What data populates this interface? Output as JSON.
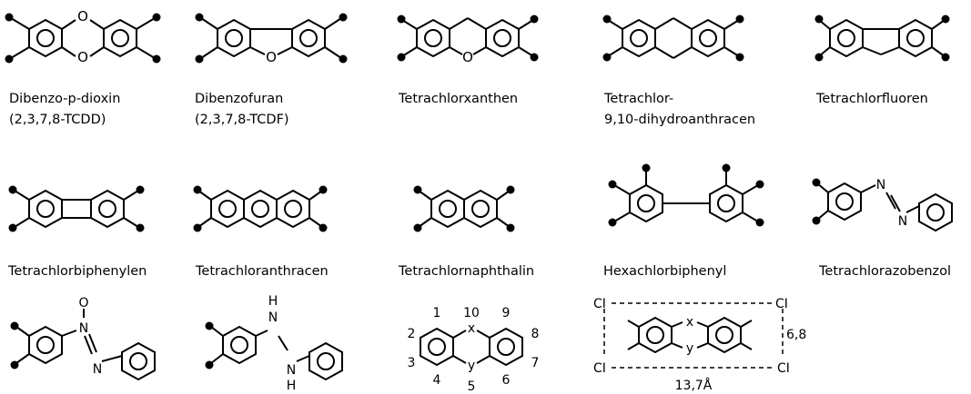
{
  "captions": {
    "c0": [
      "Dibenzo-p-dioxin",
      "(2,3,7,8-TCDD)"
    ],
    "c1": [
      "Dibenzofuran",
      "(2,3,7,8-TCDF)"
    ],
    "c2": [
      "Tetrachlorxanthen"
    ],
    "c3": [
      "Tetrachlor-",
      "9,10-dihydroanthracen"
    ],
    "c4": [
      "Tetrachlorfluoren"
    ],
    "c5": [
      "Tetrachlorbiphenylen"
    ],
    "c6": [
      "Tetrachloranthracen"
    ],
    "c7": [
      "Tetrachlornaphthalin"
    ],
    "c8": [
      "Hexachlorbiphenyl"
    ],
    "c9": [
      "Tetrachlorazobenzol"
    ]
  },
  "atoms": {
    "oxygen": "O",
    "nitrogen": "N",
    "hydrogen": "H",
    "x": "x",
    "y": "y",
    "chlorine": "CI"
  },
  "numbering": [
    "1",
    "2",
    "3",
    "4",
    "5",
    "6",
    "7",
    "8",
    "9",
    "10"
  ],
  "dimensions": {
    "height": "6,8",
    "width": "13,7Å"
  }
}
